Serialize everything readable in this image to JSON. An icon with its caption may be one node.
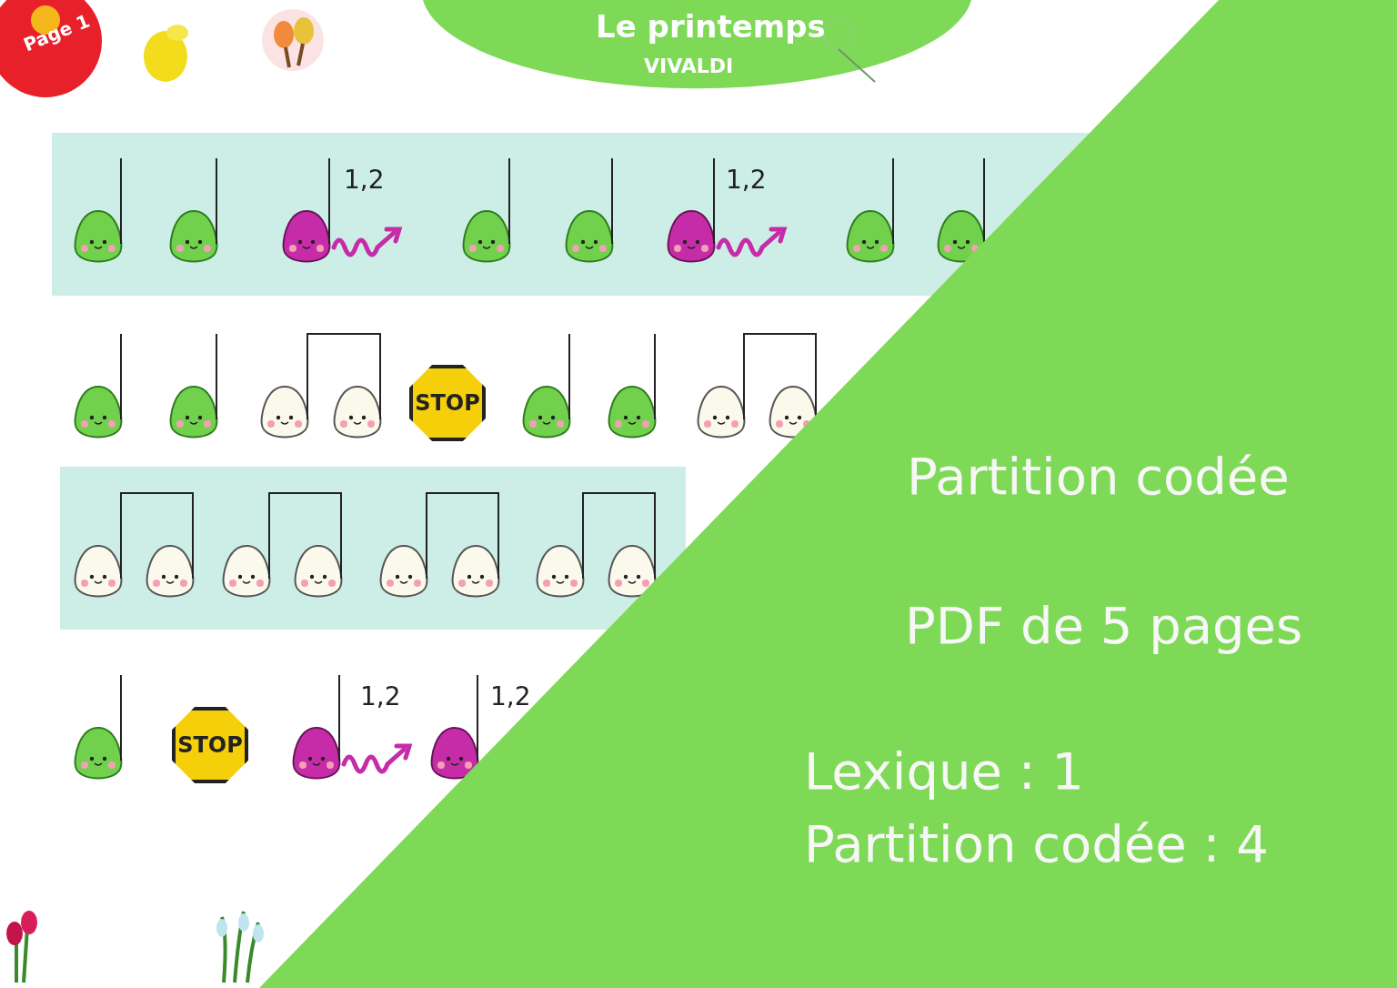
{
  "diagram": {
    "title": "Le printemps",
    "labels": [
      "Page 1",
      "VIVALDI",
      "1,2",
      "1,2",
      "STOP",
      "STOP",
      "1,2",
      "1,2",
      "Partition codée",
      "PDF de 5 pages",
      "Lexique : 1",
      "Partition codée : 4"
    ]
  }
}
